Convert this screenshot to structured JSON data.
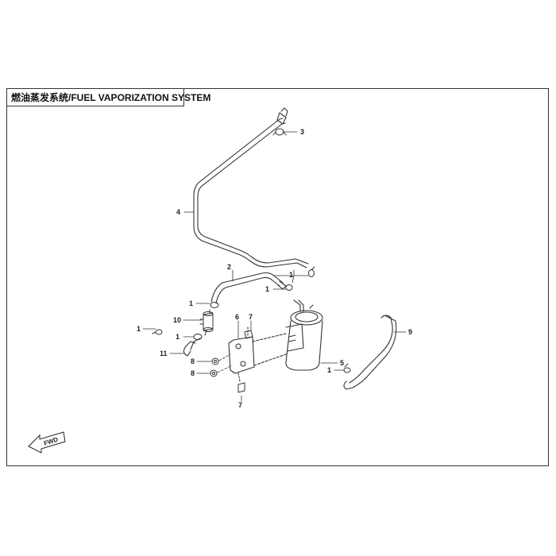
{
  "title": "燃油蒸发系统/FUEL VAPORIZATION SYSTEM",
  "fwd_label": "FWD",
  "callouts": [
    "3",
    "4",
    "2",
    "1",
    "1",
    "1",
    "10",
    "1",
    "1",
    "11",
    "6",
    "7",
    "8",
    "8",
    "7",
    "5",
    "1",
    "9"
  ]
}
